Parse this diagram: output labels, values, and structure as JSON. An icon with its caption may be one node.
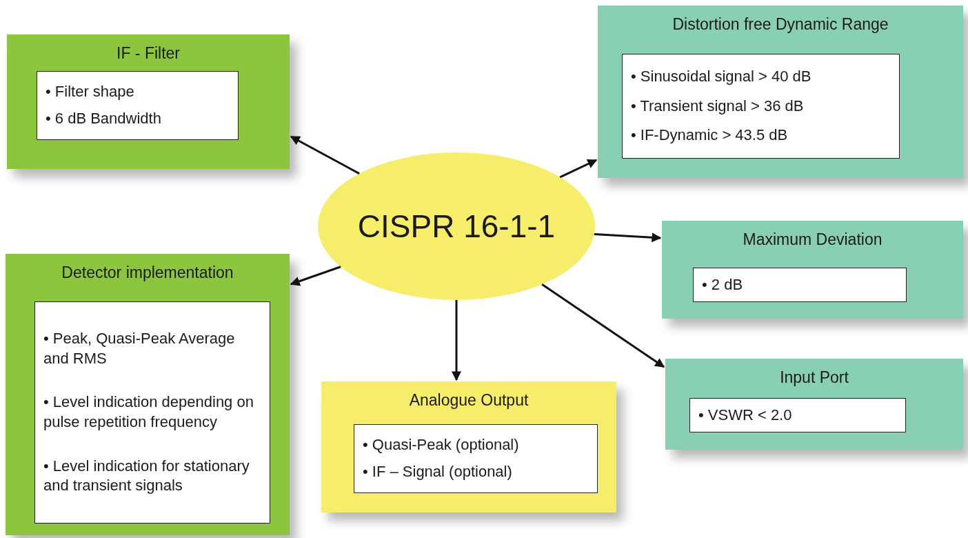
{
  "diagram": {
    "nodes": [
      {
        "text": [
          "IF - Filter"
        ]
      },
      {
        "text": [
          "• Filter shape",
          "• 6 dB Bandwidth"
        ],
        "in": 0
      },
      {
        "text": [
          "Distortion free Dynamic Range"
        ]
      },
      {
        "text": [
          "• Sinusoidal signal > 40 dB",
          "• Transient signal > 36 dB",
          "• IF-Dynamic > 43.5 dB"
        ],
        "in": 2
      },
      {
        "text": [
          "CISPR 16-1-1"
        ]
      },
      {
        "text": [
          "Maximum Deviation"
        ]
      },
      {
        "text": [
          "• 2 dB"
        ],
        "in": 5
      },
      {
        "text": [
          "Detector implementation"
        ]
      },
      {
        "text": [
          "• Peak, Quasi-Peak Average and RMS",
          "• Level indication depending on pulse repetition frequency",
          "• Level indication for stationary and transient signals"
        ],
        "in": 7
      },
      {
        "text": [
          "Analogue Output"
        ]
      },
      {
        "text": [
          "• Quasi-Peak (optional)",
          "• IF – Signal (optional)"
        ],
        "in": 9
      },
      {
        "text": [
          "Input Port"
        ]
      },
      {
        "text": [
          "• VSWR < 2.0"
        ],
        "in": 11
      }
    ],
    "edges": [
      {
        "from": 4,
        "to": 0,
        "arrow": "to"
      },
      {
        "from": 4,
        "to": 2,
        "arrow": "to"
      },
      {
        "from": 4,
        "to": 5,
        "arrow": "to"
      },
      {
        "from": 4,
        "to": 7,
        "arrow": "to"
      },
      {
        "from": 4,
        "to": 9,
        "arrow": "to"
      },
      {
        "from": 4,
        "to": 11,
        "arrow": "to"
      }
    ]
  }
}
